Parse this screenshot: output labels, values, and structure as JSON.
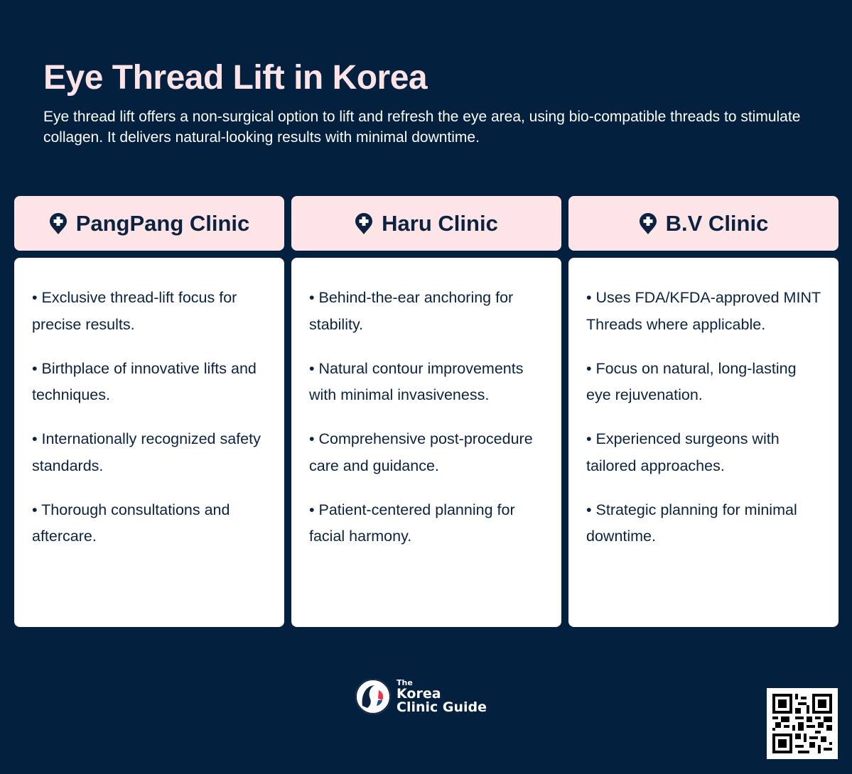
{
  "header": {
    "title": "Eye Thread Lift in Korea",
    "subtitle": "Eye thread lift offers a non-surgical option to lift and refresh the eye area, using bio-compatible threads to stimulate collagen. It delivers natural-looking results with minimal downtime."
  },
  "clinics": [
    {
      "name": "PangPang Clinic",
      "icon": "medical-pin-icon",
      "points": [
        "• Exclusive thread-lift focus for precise results.",
        "• Birthplace of innovative lifts and techniques.",
        "• Internationally recognized safety standards.",
        "• Thorough consultations and aftercare."
      ]
    },
    {
      "name": "Haru Clinic",
      "icon": "medical-pin-icon",
      "points": [
        "• Behind-the-ear anchoring for stability.",
        "• Natural contour improvements with minimal invasiveness.",
        "• Comprehensive post-procedure care and guidance.",
        "• Patient-centered planning for facial harmony."
      ]
    },
    {
      "name": "B.V Clinic",
      "icon": "medical-pin-icon",
      "points": [
        "• Uses FDA/KFDA-approved MINT Threads where applicable.",
        "• Focus on natural, long-lasting eye rejuvenation.",
        "• Experienced surgeons with tailored approaches.",
        "• Strategic planning for minimal downtime."
      ]
    }
  ],
  "footer": {
    "logo_line1": "The",
    "logo_line2": "Korea",
    "logo_line3": "Clinic Guide",
    "qr_icon": "qr-code-icon"
  },
  "colors": {
    "background": "#03203f",
    "header_pink": "#fde4e6",
    "title_pink": "#fbe3e6",
    "text_navy": "#0b2340"
  }
}
